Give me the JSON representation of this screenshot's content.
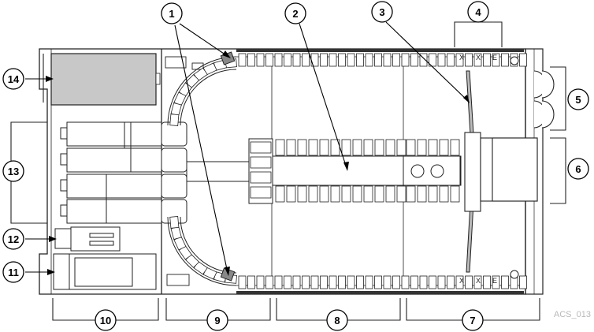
{
  "figure_id": "ACS_013",
  "callouts": [
    "1",
    "2",
    "3",
    "4",
    "5",
    "6",
    "7",
    "8",
    "9",
    "10",
    "11",
    "12",
    "13",
    "14"
  ],
  "slot_tags": {
    "top": [
      "X",
      "X",
      "E"
    ],
    "bottom": [
      "X",
      "X",
      "E"
    ]
  }
}
